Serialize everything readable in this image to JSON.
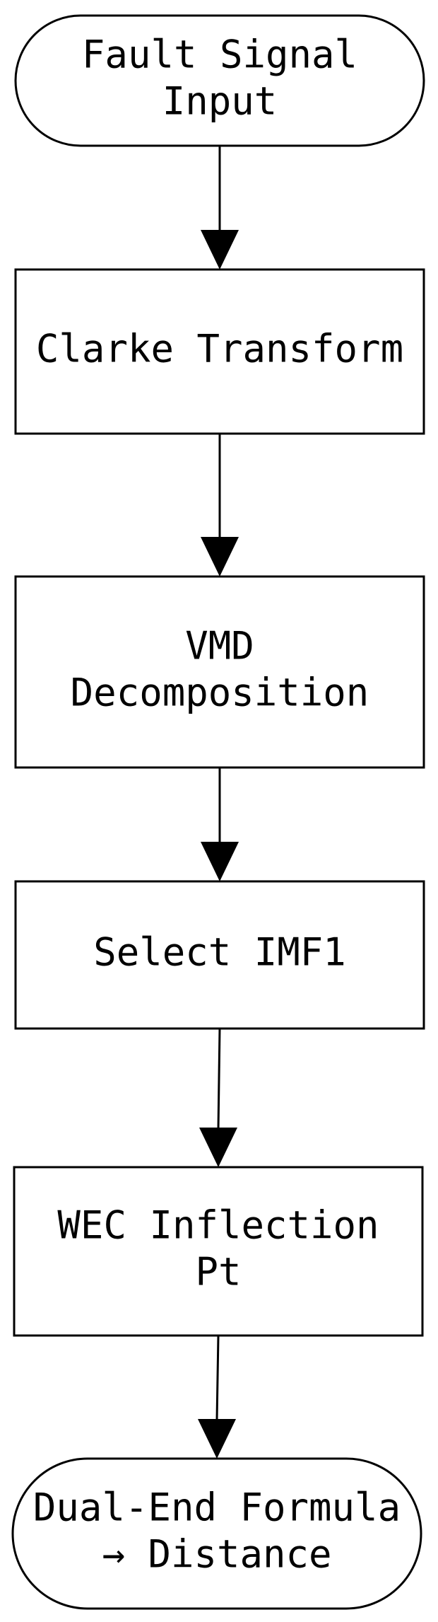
{
  "nodes": [
    {
      "id": "fault-signal-input",
      "shape": "terminal",
      "lines": [
        "Fault Signal",
        "Input"
      ]
    },
    {
      "id": "clarke-transform",
      "shape": "process",
      "lines": [
        "Clarke Transform"
      ]
    },
    {
      "id": "vmd-decomposition",
      "shape": "process",
      "lines": [
        "VMD",
        "Decomposition"
      ]
    },
    {
      "id": "select-imf1",
      "shape": "process",
      "lines": [
        "Select IMF1"
      ]
    },
    {
      "id": "wec-inflection-pt",
      "shape": "process",
      "lines": [
        "WEC Inflection",
        "Pt"
      ]
    },
    {
      "id": "dual-end-formula-distance",
      "shape": "terminal",
      "lines": [
        "Dual-End Formula",
        "→ Distance"
      ]
    }
  ],
  "edges": [
    {
      "from": "fault-signal-input",
      "to": "clarke-transform"
    },
    {
      "from": "clarke-transform",
      "to": "vmd-decomposition"
    },
    {
      "from": "vmd-decomposition",
      "to": "select-imf1"
    },
    {
      "from": "select-imf1",
      "to": "wec-inflection-pt"
    },
    {
      "from": "wec-inflection-pt",
      "to": "dual-end-formula-distance"
    }
  ],
  "colors": {
    "stroke": "#000000",
    "fill": "#ffffff",
    "text": "#000000"
  }
}
